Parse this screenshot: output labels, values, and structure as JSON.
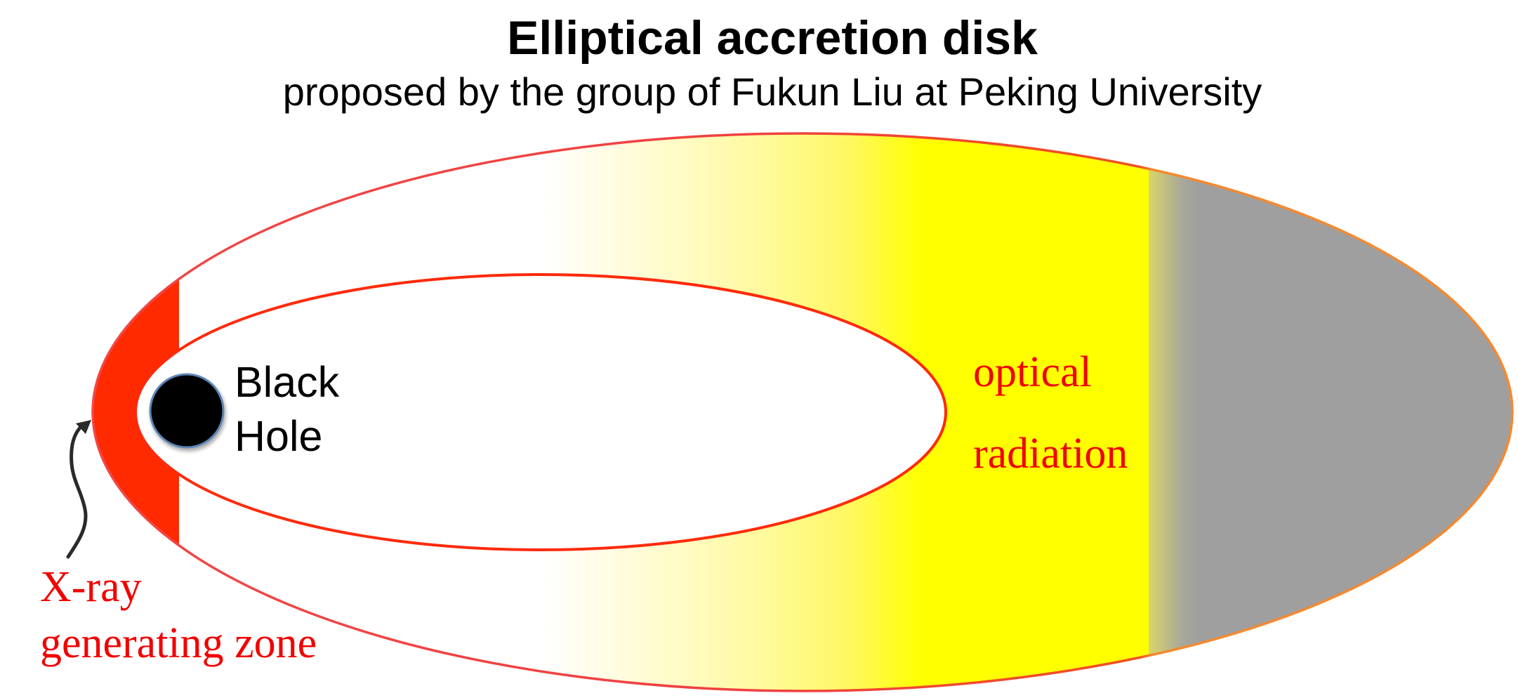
{
  "title": "Elliptical accretion disk",
  "subtitle": "proposed by the group of Fukun Liu at Peking University",
  "labels": {
    "black_hole": [
      "Black",
      "Hole"
    ],
    "optical_radiation": [
      "optical",
      "radiation"
    ],
    "xray_zone": [
      "X-ray",
      "generating zone"
    ]
  },
  "colors": {
    "xray_zone_fill": "#ff2a00",
    "optical_yellow": "#ffff00",
    "outer_gray": "#9f9f9f",
    "inner_orbit_stroke": "#ff2a0a",
    "label_red": "#f20000",
    "black_hole_fill": "#000000",
    "black_hole_rim": "#5b86b8"
  }
}
